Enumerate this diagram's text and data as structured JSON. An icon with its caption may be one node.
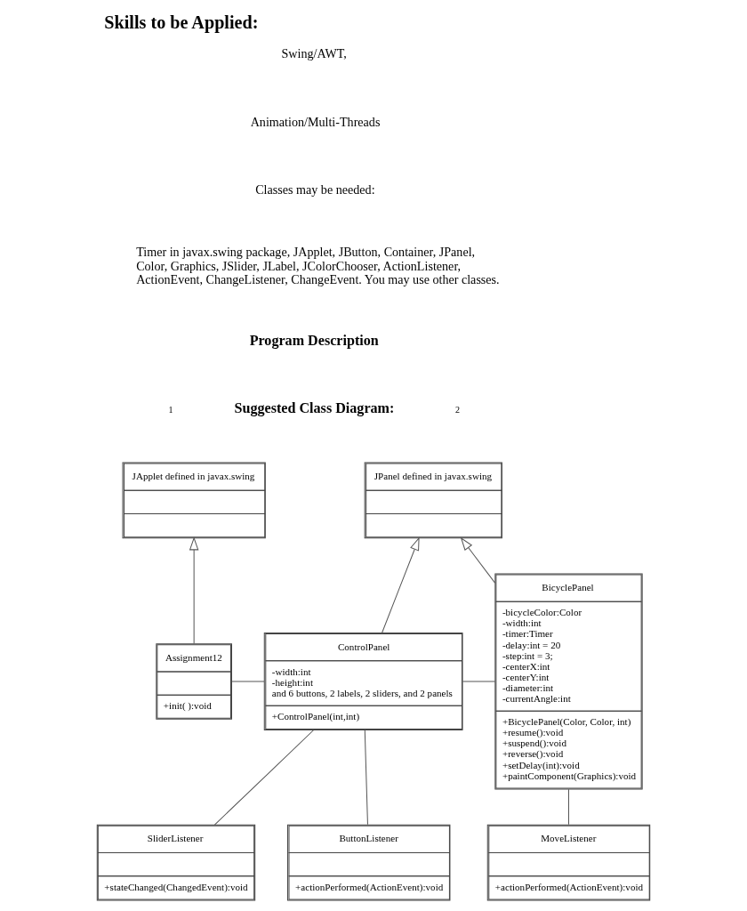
{
  "diagram": {
    "title": "Skills to be Applied:",
    "nodes": [
      {
        "text": [
          "JApplet defined in javax.swing"
        ]
      },
      {
        "text": [
          "ControlPanel",
          "-width:int",
          "-height:int",
          "and 6 buttons, 2 labels, 2 sliders, and 2 panels",
          "+ControlPanel(int,int)"
        ]
      },
      {
        "text": [
          "JPanel defined in javax.swing"
        ]
      },
      {
        "text": [
          "Assignment12",
          "+init( ):void"
        ]
      },
      {
        "text": [
          "BicyclePanel",
          "-bicycleColor:Color",
          "-width:int",
          "-timer:Timer",
          "-delay:int = 20",
          "-step:int = 3;",
          "-centerX:int",
          "-centerY:int",
          "-diameter:int",
          "-currentAngle:int",
          "+BicyclePanel(Color, Color, int)",
          "+resume():void",
          "+suspend():void",
          "+reverse():void",
          "+setDelay(int):void",
          "+paintComponent(Graphics):void"
        ]
      },
      {
        "text": [
          "ButtonListener",
          "+actionPerformed(ActionEvent):void"
        ]
      },
      {
        "text": [
          "SliderListener",
          "+stateChanged(ChangedEvent):void"
        ]
      },
      {
        "text": [
          "MoveListener",
          "+actionPerformed(ActionEvent):void"
        ]
      }
    ],
    "edges": [
      {
        "from": 3,
        "to": 0,
        "arrow": "to"
      },
      {
        "from": 1,
        "to": 2,
        "arrow": "to"
      },
      {
        "from": 4,
        "to": 2,
        "arrow": "to"
      },
      {
        "from": 3,
        "to": 1,
        "arrow": "none"
      },
      {
        "from": 1,
        "to": 4,
        "arrow": "none"
      },
      {
        "from": 5,
        "to": 1,
        "arrow": "none"
      },
      {
        "from": 6,
        "to": 1,
        "arrow": "none"
      },
      {
        "from": 7,
        "to": 4,
        "arrow": "none"
      }
    ],
    "labels": [
      "Swing/AWT,",
      "Animation/Multi-Threads",
      "Classes may be needed:",
      "Timer in javax.swing package, JApplet, JButton, Container, JPanel, Color, Graphics, JSlider, JLabel, JColorChooser, ActionListener, ActionEvent, ChangeListener, ChangeEvent. You may use other classes.",
      "Program Description",
      "Suggested Class Diagram:",
      "1",
      "2"
    ]
  }
}
